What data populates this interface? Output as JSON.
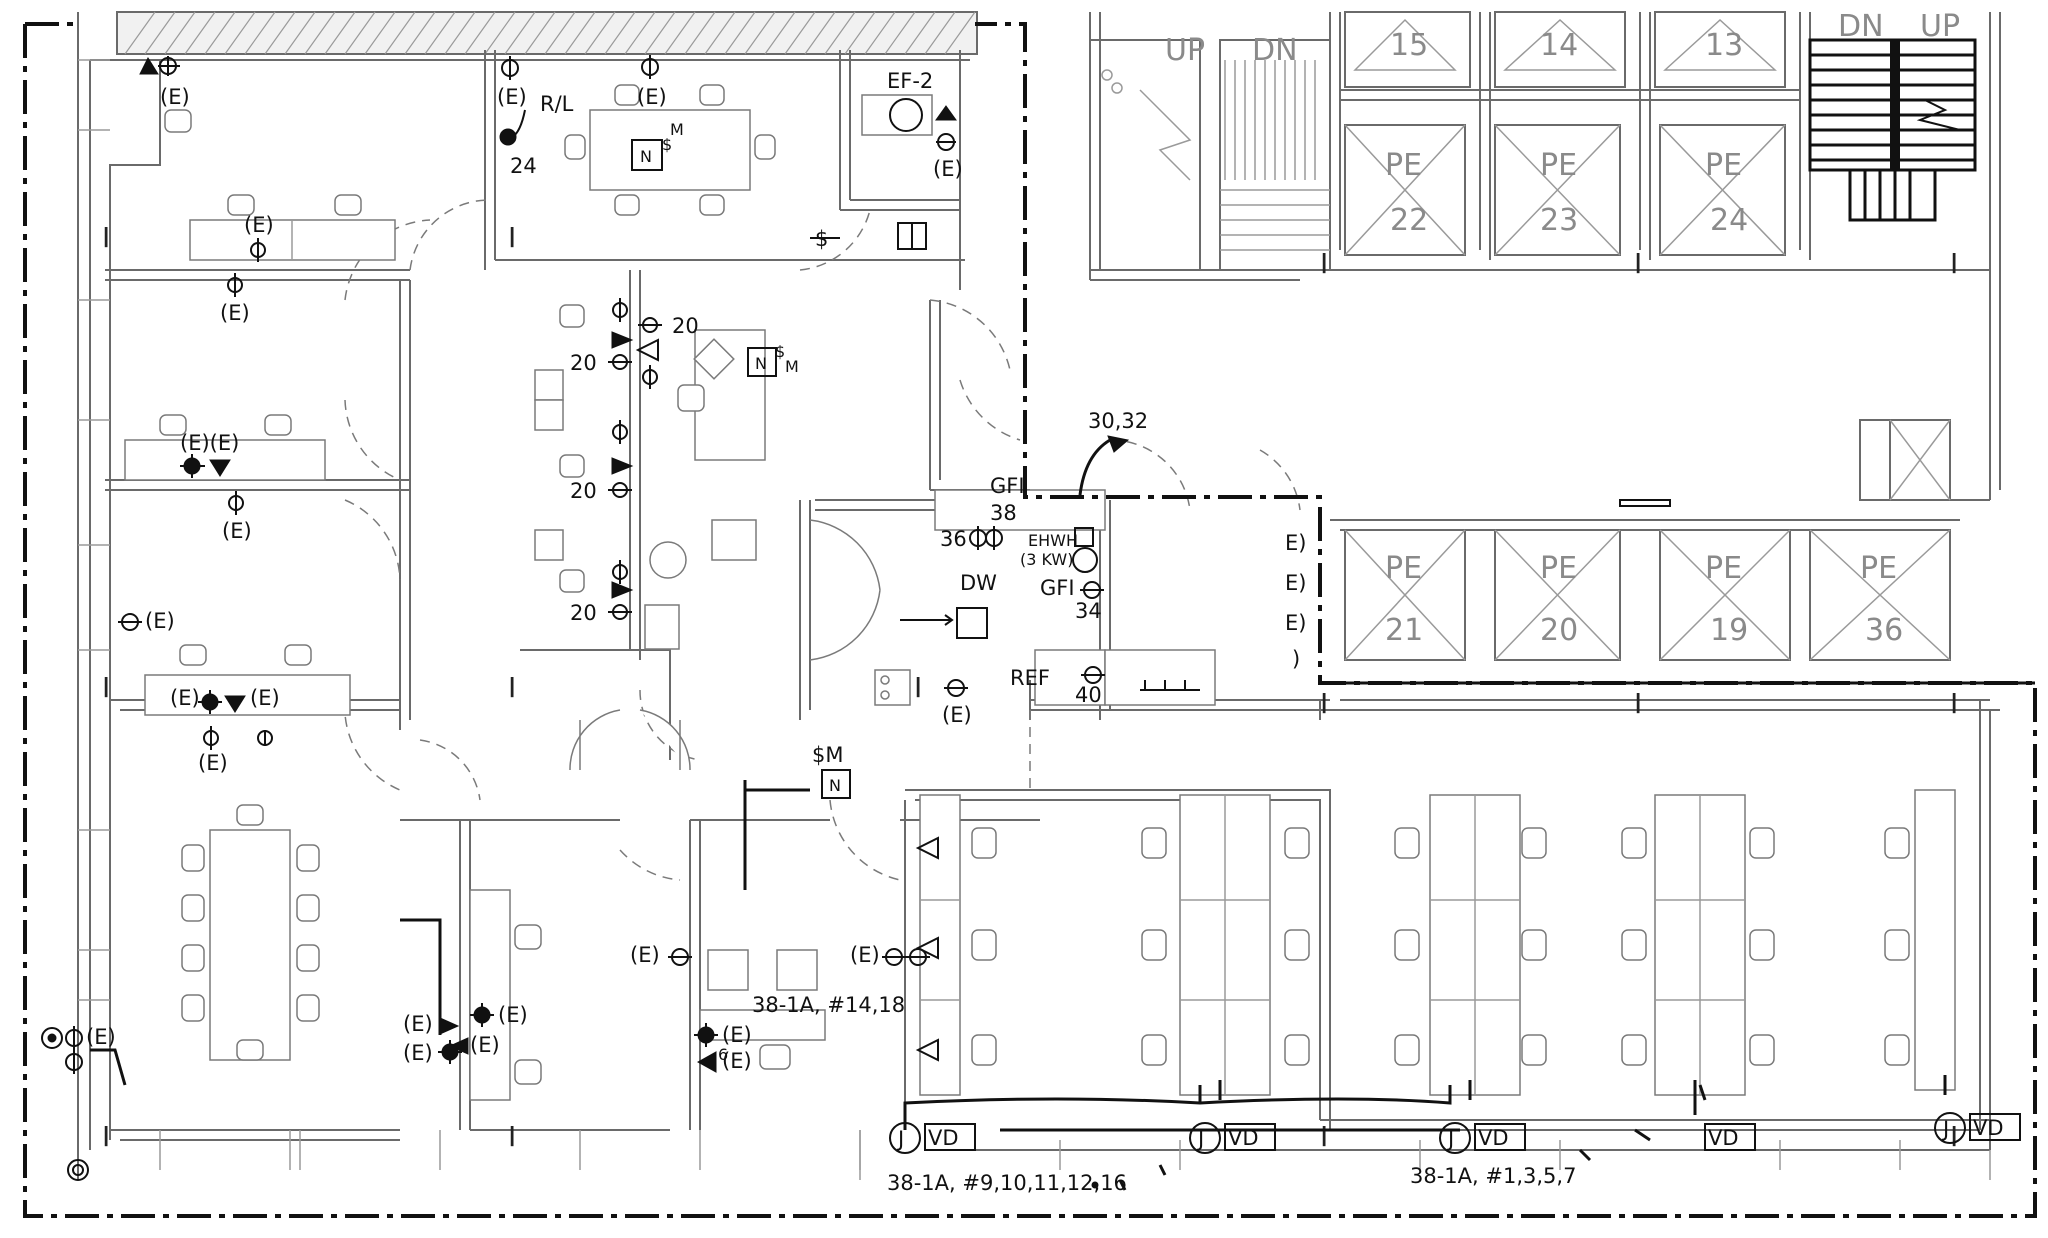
{
  "drawing": {
    "colors": {
      "background": "#ffffff",
      "wall": "#6a6a6a",
      "circuit": "#111111",
      "label": "#111111",
      "faint_label": "#8a8a8a"
    }
  },
  "stairs": {
    "up": "UP",
    "dn": "DN",
    "right_dn": "DN",
    "right_up": "UP"
  },
  "column_label": "I",
  "bays": [
    {
      "id": "15",
      "label": "15"
    },
    {
      "id": "14",
      "label": "14"
    },
    {
      "id": "13",
      "label": "13"
    },
    {
      "id": "pe22",
      "label": "PE",
      "number": "22"
    },
    {
      "id": "pe23",
      "label": "PE",
      "number": "23"
    },
    {
      "id": "pe24",
      "label": "PE",
      "number": "24"
    },
    {
      "id": "pe21",
      "label": "PE",
      "number": "21"
    },
    {
      "id": "pe20",
      "label": "PE",
      "number": "20"
    },
    {
      "id": "pe19",
      "label": "PE",
      "number": "19"
    },
    {
      "id": "pe36",
      "label": "PE",
      "number": "36"
    }
  ],
  "labels": {
    "existing": "(E)",
    "existing_pair": "(E)(E)",
    "ef2": "EF-2",
    "rl": "R/L",
    "n24": "24",
    "m": "M",
    "n": "N",
    "dollar": "$",
    "dollar_m": "$M",
    "n20": "20",
    "n3032": "30,32",
    "gfi": "GFI",
    "n38": "38",
    "n36": "36",
    "ehwh": "EHWH",
    "kw": "(3 KW)",
    "dw": "DW",
    "n34": "34",
    "ref": "REF",
    "n40": "40",
    "e_partial": "E)",
    "paren": ")",
    "j": "J",
    "vd": "VD",
    "n6": "6",
    "circuit_a": "38-1A, #14,18",
    "circuit_b": "38-1A, #9,10,11,12,16",
    "circuit_c": "38-1A, #1,3,5,7"
  }
}
